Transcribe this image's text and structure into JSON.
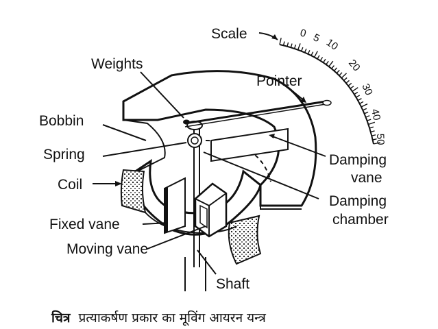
{
  "labels": {
    "scale": "Scale",
    "weights": "Weights",
    "pointer": "Pointer",
    "bobbin": "Bobbin",
    "spring": "Spring",
    "damping_vane_1": "Damping",
    "damping_vane_2": "vane",
    "coil": "Coil",
    "damping_chamber_1": "Damping",
    "damping_chamber_2": "chamber",
    "fixed_vane": "Fixed vane",
    "moving_vane": "Moving vane",
    "shaft": "Shaft"
  },
  "scale_ticks": [
    "0",
    "5",
    "10",
    "20",
    "30",
    "40",
    "50"
  ],
  "caption": {
    "bold": "चित्र",
    "text": "प्रत्याकर्षण प्रकार का मूविंग आयरन यन्त्र"
  }
}
